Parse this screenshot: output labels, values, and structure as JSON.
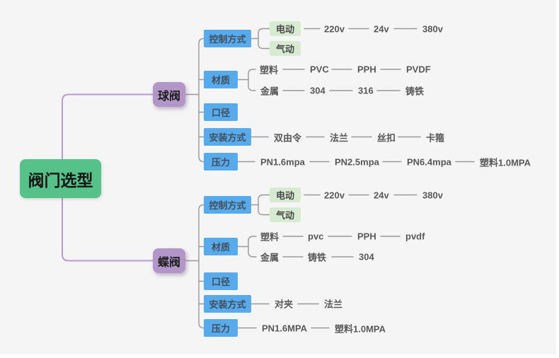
{
  "root": {
    "label": "阀门选型"
  },
  "colors": {
    "canvas_bg": "#f5f5f6",
    "root_bg": "#55c28a",
    "branch_bg": "#b296c8",
    "category_bg": "#57aaeb",
    "option_bg": "#d7ebd2",
    "gray_line": "#999999",
    "purple_line": "#b59cd0",
    "leaf_text": "#595959"
  },
  "branches": {
    "ball": {
      "label": "球阀",
      "control": {
        "label": "控制方式",
        "electric": "电动",
        "pneumatic": "气动",
        "voltages": [
          "220v",
          "24v",
          "380v"
        ]
      },
      "material": {
        "label": "材质",
        "plastic": {
          "label": "塑料",
          "chain": [
            "PVC",
            "PPH",
            "PVDF"
          ]
        },
        "metal": {
          "label": "金属",
          "chain": [
            "304",
            "316",
            "铸铁"
          ]
        }
      },
      "diameter": {
        "label": "口径"
      },
      "install": {
        "label": "安装方式",
        "chain": [
          "双由令",
          "法兰",
          "丝扣",
          "卡箍"
        ]
      },
      "pressure": {
        "label": "压力",
        "chain": [
          "PN1.6mpa",
          "PN2.5mpa",
          "PN6.4mpa",
          "塑料1.0MPA"
        ]
      }
    },
    "butterfly": {
      "label": "蝶阀",
      "control": {
        "label": "控制方式",
        "electric": "电动",
        "pneumatic": "气动",
        "voltages": [
          "220v",
          "24v",
          "380v"
        ]
      },
      "material": {
        "label": "材质",
        "plastic": {
          "label": "塑料",
          "chain": [
            "pvc",
            "PPH",
            "pvdf"
          ]
        },
        "metal": {
          "label": "金属",
          "chain": [
            "铸铁",
            "304"
          ]
        }
      },
      "diameter": {
        "label": "口径"
      },
      "install": {
        "label": "安装方式",
        "chain": [
          "对夹",
          "法兰"
        ]
      },
      "pressure": {
        "label": "压力",
        "chain": [
          "PN1.6MPA",
          "塑料1.0MPA"
        ]
      }
    }
  }
}
